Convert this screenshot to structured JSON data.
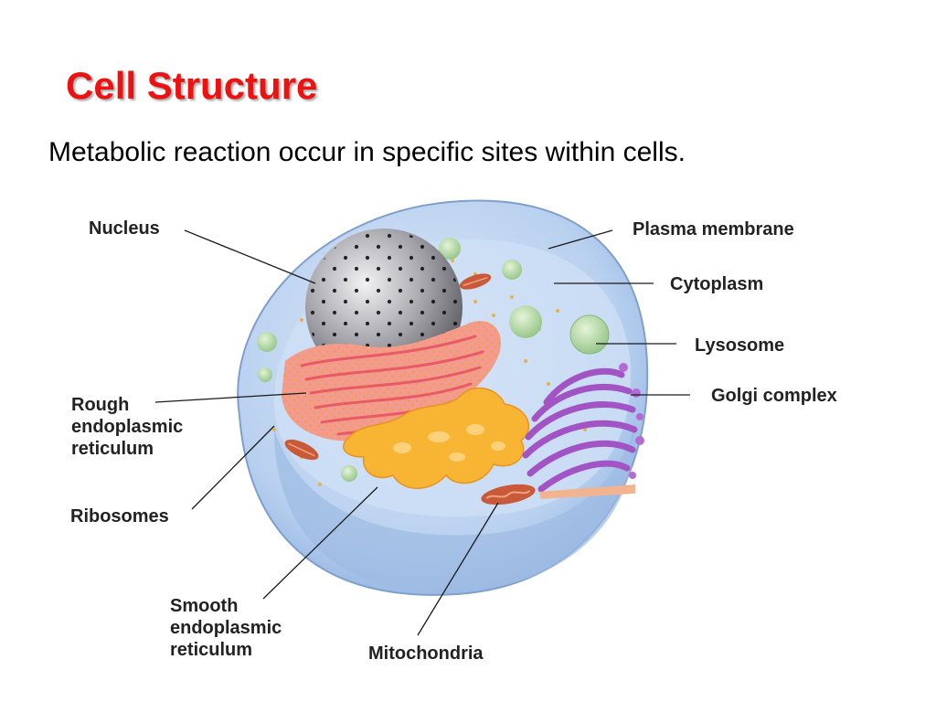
{
  "slide": {
    "title": "Cell Structure",
    "subtitle": "Metabolic reaction occur in specific sites within cells."
  },
  "colors": {
    "title": "#ee1111",
    "cell_body": "#a9c8ee",
    "cytoplasm": "#c9dcf4",
    "nucleus": "#9a9aa0",
    "rough_er": "#f59090",
    "smooth_er": "#f8b433",
    "golgi": "#a254c4",
    "mitochondria": "#c85a3a",
    "lysosome": "#b5d9a0"
  },
  "labels": {
    "nucleus": "Nucleus",
    "plasma_membrane": "Plasma membrane",
    "cytoplasm": "Cytoplasm",
    "lysosome": "Lysosome",
    "golgi_complex": "Golgi complex",
    "rough_er": [
      "Rough",
      "endoplasmic",
      "reticulum"
    ],
    "ribosomes": "Ribosomes",
    "smooth_er": [
      "Smooth",
      "endoplasmic",
      "reticulum"
    ],
    "mitochondria": "Mitochondria"
  }
}
